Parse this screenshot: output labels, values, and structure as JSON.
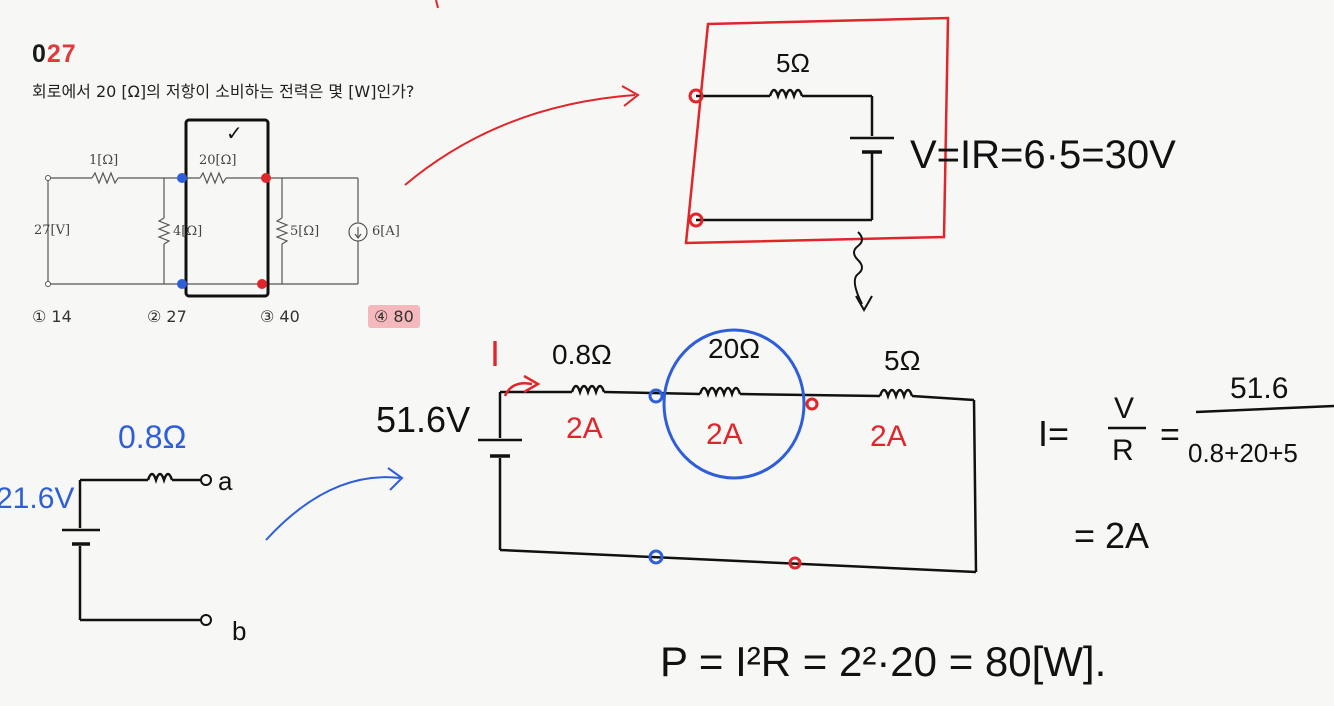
{
  "question": {
    "number_prefix": "0",
    "number_main": "27",
    "text": "회로에서 20 [Ω]의 저항이 소비하는 전력은 몇 [W]인가?",
    "choices": [
      "① 14",
      "② 27",
      "③ 40",
      "④ 80"
    ],
    "highlighted_choice": "④ 80"
  },
  "original_circuit": {
    "labels": {
      "r1": "1[Ω]",
      "r20": "20[Ω]",
      "r4": "4[Ω]",
      "r5": "5[Ω]",
      "v": "27[V]",
      "i": "6[A]"
    },
    "check_mark": "✓"
  },
  "notes": {
    "box_resistor": "5Ω",
    "box_formula": "V=IR=6·5=30V",
    "thevenin_r": "0.8Ω",
    "thevenin_v": "21.6V",
    "terminal_a": "a",
    "terminal_b": "b",
    "series_current_label": "I",
    "series_voltage": "51.6V",
    "series_r1": "0.8Ω",
    "series_r2": "20Ω",
    "series_r3": "5Ω",
    "i_r1": "2A",
    "i_r2": "2A",
    "i_r3": "2A",
    "current_lhs": "I=",
    "current_num_top": "V",
    "current_den_top": "R",
    "current_eq": "=",
    "current_num": "51.6",
    "current_den": "0.8+20+5",
    "current_result": "= 2A",
    "power_formula": "P = I²R = 2²·20 = 80[W]."
  },
  "colors": {
    "ink": "#1a1a1a",
    "red": "#e0262b",
    "blue": "#2f5fd8",
    "highlight": "#f4b8bd"
  }
}
